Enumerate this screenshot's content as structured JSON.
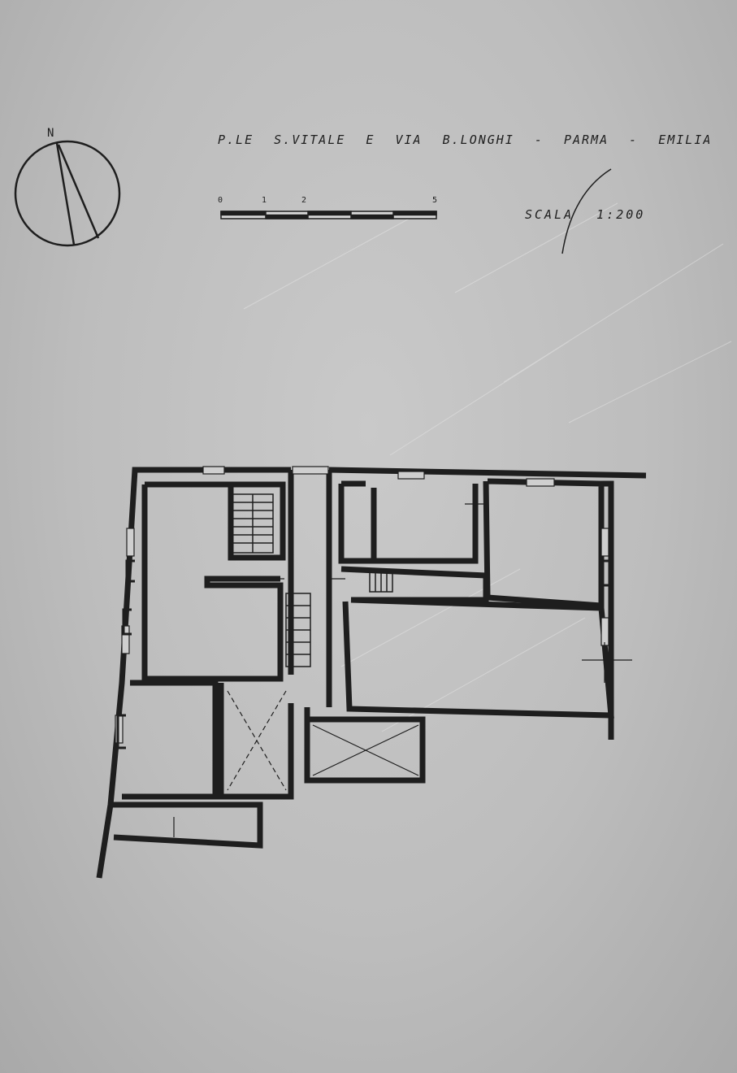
{
  "drawing": {
    "title": "P.LE    S.VITALE    E    VIA    B.LONGHI  -  PARMA  -  EMILIA",
    "scale_label": "SCALA   1:200",
    "north_label": "N",
    "scale_bar_ticks": [
      "0",
      "1",
      "2",
      "5"
    ]
  },
  "colors": {
    "ink": "#1e1e1e",
    "paper": "#c4c4c4"
  }
}
